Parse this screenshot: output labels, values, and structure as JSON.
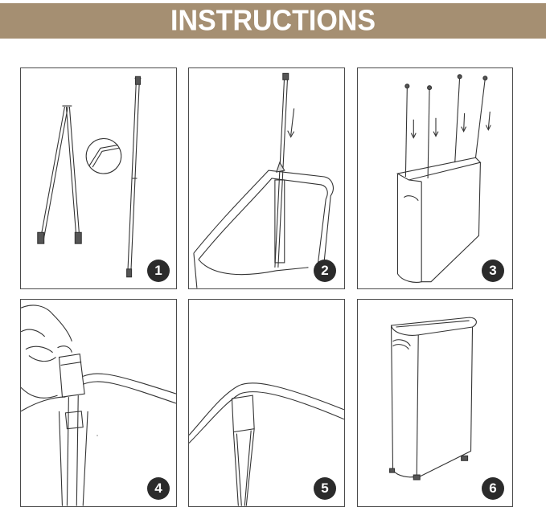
{
  "header": {
    "title": "INSTRUCTIONS",
    "banner_color": "#a58f72"
  },
  "steps": [
    {
      "number": "1",
      "icon": "folding-pole-icon"
    },
    {
      "number": "2",
      "icon": "insert-pole-icon"
    },
    {
      "number": "3",
      "icon": "insert-four-poles-icon"
    },
    {
      "number": "4",
      "icon": "attach-corner-icon"
    },
    {
      "number": "5",
      "icon": "secure-corner-icon"
    },
    {
      "number": "6",
      "icon": "assembled-hamper-icon"
    }
  ]
}
